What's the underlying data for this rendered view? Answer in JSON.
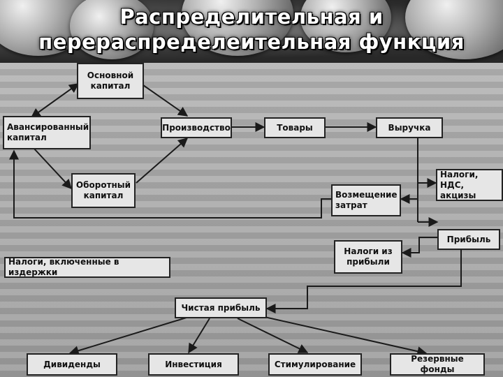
{
  "title": {
    "line1": "Распределительная и",
    "line2": "перераспределеительная функция"
  },
  "nodes": {
    "fixed_capital": "Основной капитал",
    "advanced_capital": "Авансированный капитал",
    "production": "Производство",
    "goods": "Товары",
    "revenue": "Выручка",
    "working_capital": "Оборотный капитал",
    "taxes_vat": "Налоги, НДС, акцизы",
    "cost_recovery": "Возмещение затрат",
    "profit": "Прибыль",
    "profit_taxes": "Налоги из прибыли",
    "taxes_in_costs": "Налоги, включенные в издержки",
    "net_profit": "Чистая прибыль",
    "dividends": "Дивиденды",
    "investment": "Инвестиция",
    "incentives": "Стимулирование",
    "reserve_funds": "Резервные фонды"
  }
}
